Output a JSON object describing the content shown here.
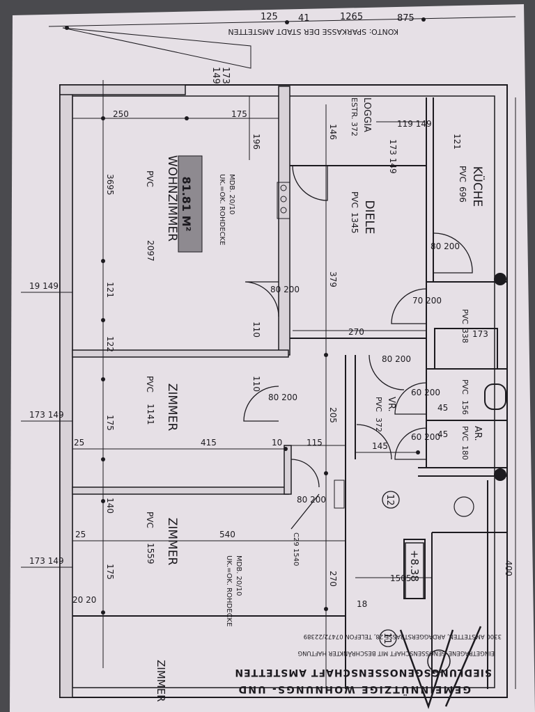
{
  "document": {
    "header": {
      "account_text": "KONTO: SPARKASSE DER STADT AMSTETTEN",
      "dims_top": [
        "125",
        "41",
        "1265",
        "875"
      ],
      "dim_top_left": "173",
      "dim_top_left_sub": "149"
    },
    "rooms": [
      {
        "name": "WOHNZIMMER",
        "floor": "PVC",
        "area": "2097"
      },
      {
        "name": "ZIMMER",
        "floor": "PVC",
        "area": "1141"
      },
      {
        "name": "ZIMMER",
        "floor": "PVC",
        "area": "1559"
      },
      {
        "name": "DIELE",
        "floor": "PVC",
        "area": "1345"
      },
      {
        "name": "LOGGIA",
        "floor": "ESTR.",
        "area": "372"
      },
      {
        "name": "KÜCHE",
        "floor": "PVC",
        "area": "696"
      },
      {
        "name": "VR.",
        "floor": "PVC",
        "area": "372"
      },
      {
        "name": "AR.",
        "floor": "PVC",
        "area": "180"
      }
    ],
    "bath_area": {
      "floor": "PVC",
      "area": "338"
    },
    "wc_area": {
      "floor": "PVC",
      "area": "156"
    },
    "total_area": "81.81 M²",
    "elevation": "+8.38",
    "unit_numbers": [
      "12",
      "11"
    ],
    "notes": {
      "mdb1": "MDB. 20/10",
      "uk1": "UK.=OK. ROHDECKE",
      "mdb2": "MDB. 20/10",
      "uk2": "UK.=OK. ROHDECKE",
      "door_code": "C29 1540"
    },
    "dims": {
      "d250": "250",
      "d175": "175",
      "d196": "196",
      "d3695": "3695",
      "d121": "121",
      "d122": "122",
      "d175b": "175",
      "d140": "140",
      "d175c": "175",
      "d19_149": "19 149",
      "d173_149a": "173 149",
      "d173_149b": "173 149",
      "d415": "415",
      "d25a": "25",
      "d10a": "10",
      "d115": "115",
      "d540": "540",
      "d25b": "25",
      "d20_20": "20 20",
      "d379": "379",
      "d270": "270",
      "d205": "205",
      "d270b": "270",
      "d146": "146",
      "d119_149": "119 149",
      "d173_149c": "173 149",
      "d80_200a": "80 200",
      "d80_200b": "80 200",
      "d80_200c": "80 200",
      "d70_200": "70 200",
      "d80_200d": "80 200",
      "d60_200a": "60 200",
      "d60_200b": "60 200",
      "d80_200e": "80 200",
      "d173": "173",
      "d1505": "1505",
      "d400": "400",
      "d145": "145",
      "d110a": "110",
      "d110b": "110",
      "d121k": "121",
      "d45a": "45",
      "d45b": "45",
      "d18": "18"
    },
    "stamp": {
      "line1": "GEMEINNÜTZIGE WOHNUNGS- UND",
      "line2": "SIEDLUNGSGENOSSENSCHAFT AMSTETTEN",
      "line3": "EINGETRAGENE GENOSSENSCHAFT MIT BESCHRÄNKTER HAFTUNG",
      "line4": "3300 AMSTETTEN, ARDAGGERSTRASSE 28, TELEFON 07472/22389"
    },
    "bottom_label": "ZIMMER"
  },
  "colors": {
    "paper": "#e6e0e6",
    "ink": "#1c1a1f",
    "wall": "#d8d2d8",
    "badge": "#8e8a90",
    "background": "#4a4a4e"
  }
}
